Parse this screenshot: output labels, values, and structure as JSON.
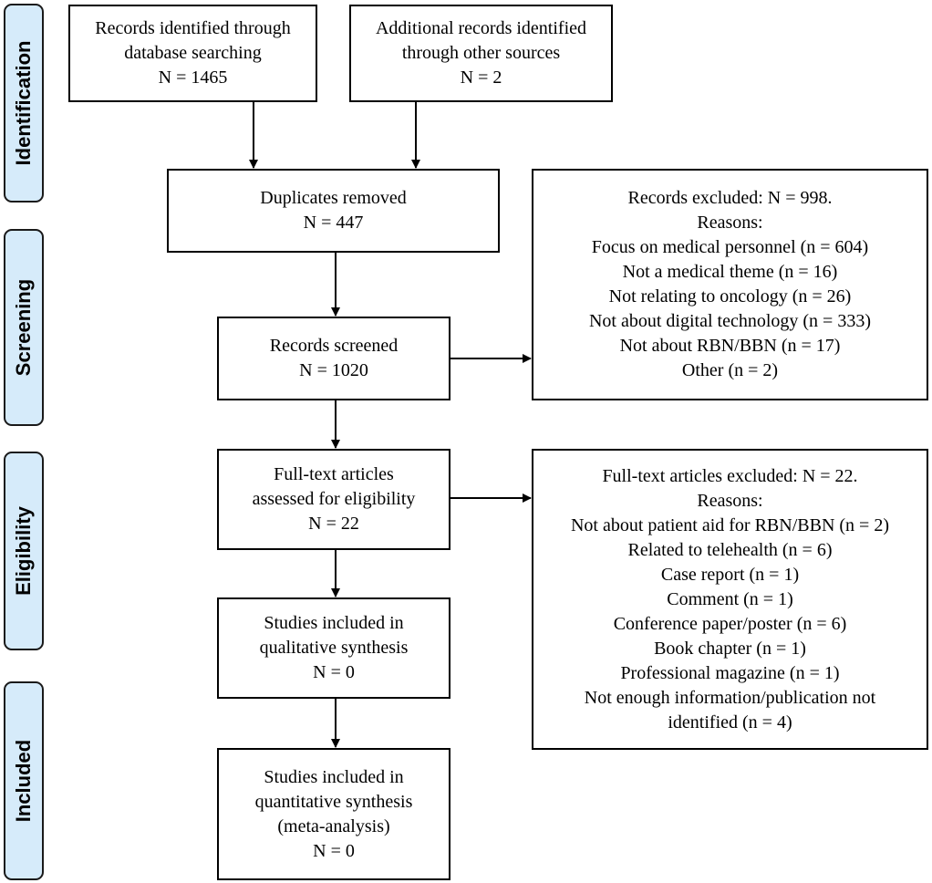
{
  "phases": {
    "identification": "Identification",
    "screening": "Screening",
    "eligibility": "Eligibility",
    "included": "Included"
  },
  "boxes": {
    "database": [
      "Records identified through",
      "database searching",
      "N = 1465"
    ],
    "other_sources": [
      "Additional records identified",
      "through other sources",
      "N = 2"
    ],
    "duplicates": [
      "Duplicates removed",
      "N = 447"
    ],
    "screened": [
      "Records screened",
      "N = 1020"
    ],
    "excluded": [
      "Records excluded: N = 998.",
      "Reasons:",
      "Focus on medical personnel (n = 604)",
      "Not a medical theme (n = 16)",
      "Not relating to oncology (n = 26)",
      "Not about digital technology (n = 333)",
      "Not about RBN/BBN (n = 17)",
      "Other (n = 2)"
    ],
    "fulltext": [
      "Full-text articles",
      "assessed for eligibility",
      "N = 22"
    ],
    "fulltext_excluded": [
      "Full-text articles excluded: N = 22.",
      "Reasons:",
      "Not about patient aid for RBN/BBN (n = 2)",
      "Related to telehealth (n = 6)",
      "Case report (n = 1)",
      "Comment (n = 1)",
      "Conference paper/poster (n = 6)",
      "Book chapter (n = 1)",
      "Professional magazine (n = 1)",
      "Not enough information/publication not",
      "identified (n = 4)"
    ],
    "qualitative": [
      "Studies included in",
      "qualitative synthesis",
      "N = 0"
    ],
    "quantitative": [
      "Studies included in",
      "quantitative synthesis",
      "(meta-analysis)",
      "N = 0"
    ]
  }
}
